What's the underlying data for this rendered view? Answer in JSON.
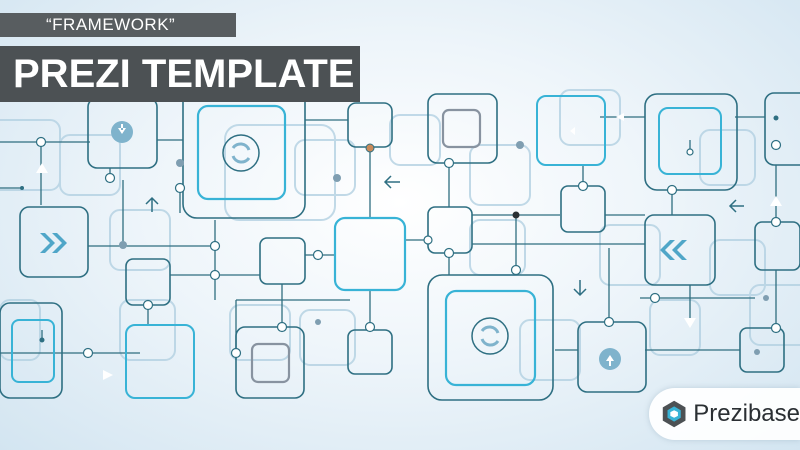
{
  "header": {
    "subtitle": "“FRAMEWORK”",
    "title": "PREZI TEMPLATE"
  },
  "brand": {
    "name": "Prezibase",
    "logo_icon": "prezibase-logo-icon"
  },
  "colors": {
    "frame_dark": "#2e6f82",
    "frame_cyan": "#38b3d6",
    "ghost": "#a6c9dc",
    "icon_fill": "#7fb3cc",
    "title_bar": "#4c5154",
    "subtitle_bar": "#585d60",
    "background": "#e6f1f8"
  },
  "icons": [
    "arrow-down-circle-icon",
    "refresh-circle-icon",
    "double-chevron-right-icon",
    "window-icon",
    "triangle-left-icon",
    "double-chevron-left-icon",
    "refresh-circle-icon",
    "arrow-up-circle-icon",
    "arrow-up-icon",
    "arrow-left-icon",
    "arrow-down-icon"
  ]
}
